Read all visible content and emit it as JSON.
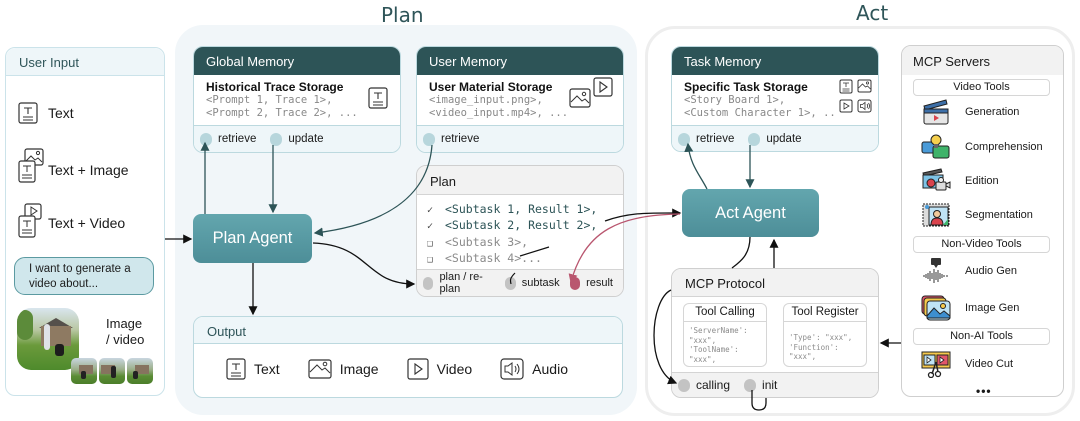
{
  "sections": {
    "plan": "Plan",
    "act": "Act"
  },
  "user_input": {
    "title": "User Input",
    "items": [
      {
        "label": "Text",
        "icon": "text-doc-icon"
      },
      {
        "label": "Text + Image",
        "icon": "text-image-icon"
      },
      {
        "label": "Text + Video",
        "icon": "text-video-icon"
      }
    ],
    "prompt_bubble": "I want to generate a video about...",
    "media_label_1": "Image",
    "media_label_2": "/ video"
  },
  "global_memory": {
    "title": "Global Memory",
    "storage_title": "Historical Trace Storage",
    "lines": [
      "<Prompt 1, Trace 1>,",
      "<Prompt 2, Trace 2>, ..."
    ],
    "ports": [
      "retrieve",
      "update"
    ]
  },
  "user_memory": {
    "title": "User Memory",
    "storage_title": "User Material Storage",
    "lines": [
      "<image_input.png>,",
      "<video_input.mp4>, ..."
    ],
    "ports": [
      "retrieve"
    ]
  },
  "plan": {
    "title": "Plan",
    "subtasks": [
      {
        "status": "done",
        "mark": "✓",
        "text": "<Subtask 1, Result 1>,"
      },
      {
        "status": "done",
        "mark": "✓",
        "text": "<Subtask 2, Result 2>,"
      },
      {
        "status": "todo",
        "mark": "❑",
        "text": "<Subtask 3>,"
      },
      {
        "status": "todo",
        "mark": "❑",
        "text": "<Subtask 4>..."
      }
    ],
    "ports": [
      "plan / re-plan",
      "subtask",
      "result"
    ]
  },
  "plan_agent": {
    "label": "Plan Agent"
  },
  "output": {
    "title": "Output",
    "items": [
      "Text",
      "Image",
      "Video",
      "Audio"
    ]
  },
  "task_memory": {
    "title": "Task Memory",
    "storage_title": "Specific Task Storage",
    "lines": [
      "<Story Board 1>,",
      "<Custom Character 1>, .."
    ],
    "ports": [
      "retrieve",
      "update"
    ]
  },
  "act_agent": {
    "label": "Act Agent"
  },
  "mcp_protocol": {
    "title": "MCP Protocol",
    "tool_calling": {
      "title": "Tool Calling",
      "body": "'ServerName':\n\"xxx\",\n'ToolName':\n\"xxx\","
    },
    "tool_register": {
      "title": "Tool Register",
      "body": "'Type': \"xxx\",\n'Function':\n\"xxx\","
    },
    "ports": [
      "calling",
      "init"
    ]
  },
  "mcp_servers": {
    "title": "MCP Servers",
    "categories": [
      {
        "name": "Video Tools",
        "tools": [
          "Generation",
          "Comprehension",
          "Edition",
          "Segmentation"
        ]
      },
      {
        "name": "Non-Video Tools",
        "tools": [
          "Audio Gen",
          "Image Gen"
        ]
      },
      {
        "name": "Non-AI Tools",
        "tools": [
          "Video Cut"
        ]
      }
    ],
    "more": "•••"
  },
  "colors": {
    "accent_dark": "#2d5457",
    "agent": "#58999f",
    "port_blue": "#b7d6dc",
    "port_grey": "#c3c3c3",
    "port_result": "#b9566f",
    "plan_bg": "#f1f6f9"
  }
}
